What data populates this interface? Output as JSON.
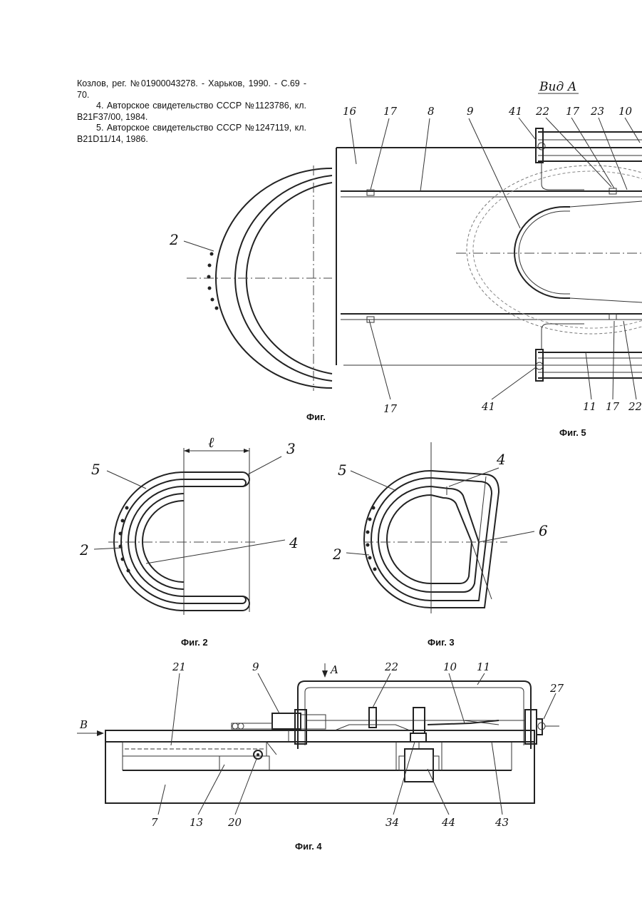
{
  "references": {
    "line1": "Козлов, рег. №01900043278. - Харьков, 1990. - С.69 - 70.",
    "item4": "4. Авторское свидетельство СССР №1123786, кл. B21F37/00, 1984.",
    "item5": "5. Авторское свидетельство СССР №1247119, кл. B21D11/14, 1986."
  },
  "figures": {
    "fig1": {
      "caption": "Фиг.",
      "labels": [
        "2"
      ]
    },
    "fig2": {
      "caption": "Фиг. 2",
      "dimension_label": "ℓ",
      "labels": [
        "5",
        "3",
        "2",
        "4"
      ]
    },
    "fig3": {
      "caption": "Фиг. 3",
      "labels": [
        "5",
        "4",
        "6",
        "2"
      ]
    },
    "fig4": {
      "caption": "Фиг. 4",
      "view_arrow": "A",
      "side_arrow": "B",
      "labels": [
        "21",
        "9",
        "22",
        "10",
        "11",
        "27",
        "7",
        "13",
        "20",
        "34",
        "44",
        "43"
      ]
    },
    "fig5": {
      "caption": "Фиг. 5",
      "view_title": "Вид А",
      "labels_top": [
        "16",
        "17",
        "8",
        "9",
        "41",
        "22",
        "17",
        "23",
        "10"
      ],
      "labels_bottom": [
        "17",
        "41",
        "11",
        "17",
        "22"
      ]
    }
  }
}
